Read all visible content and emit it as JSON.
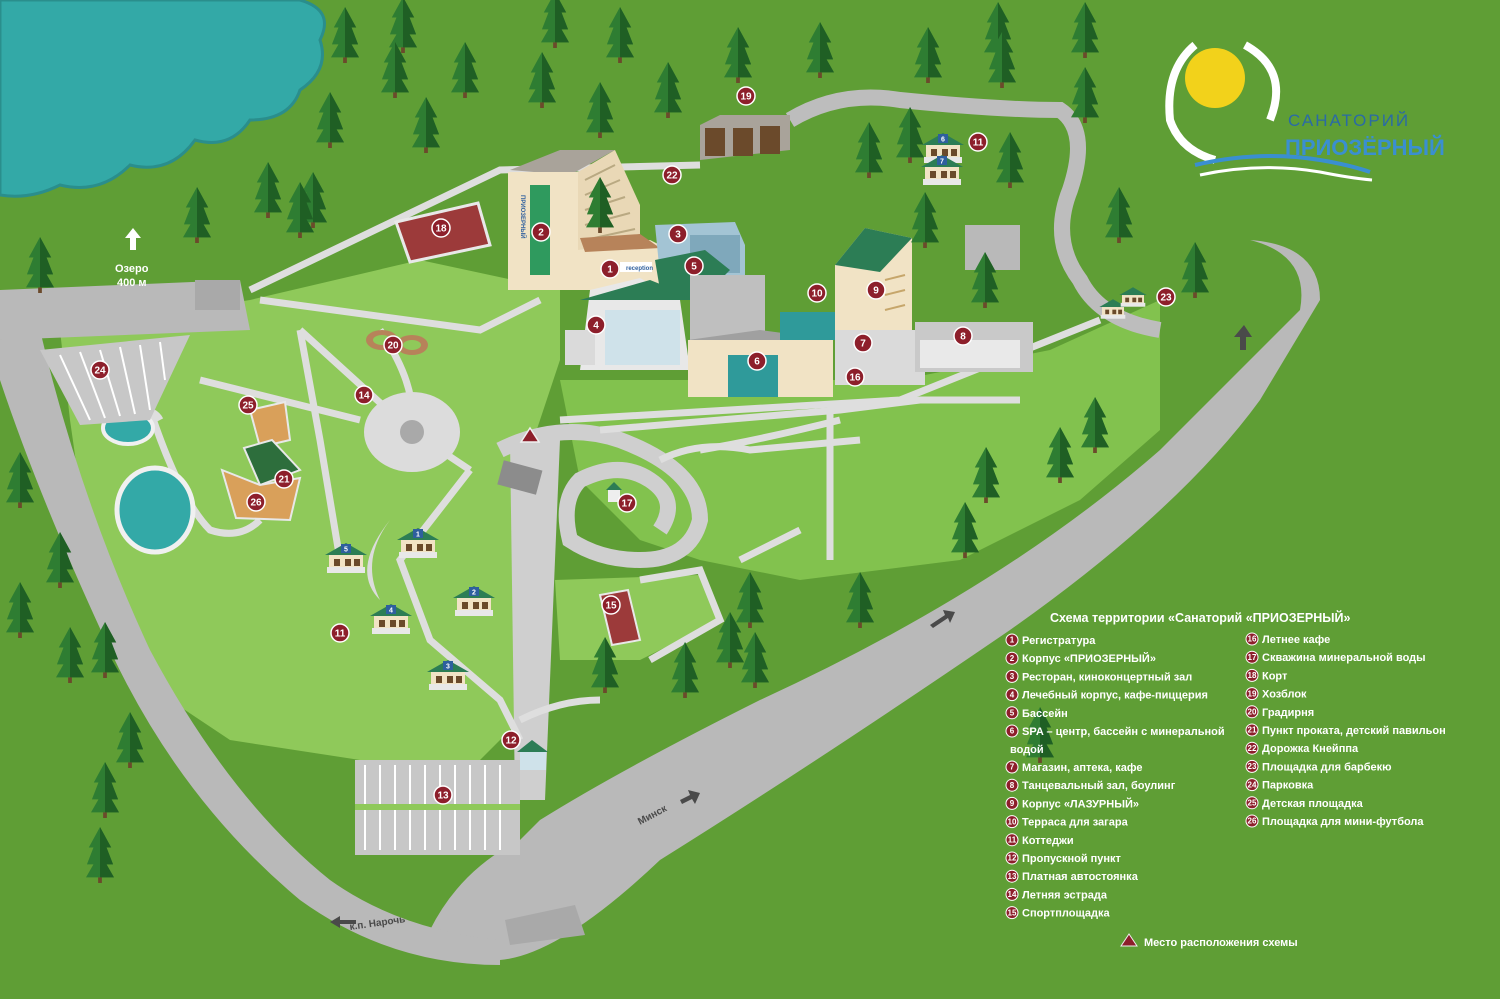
{
  "colors": {
    "grass": "#5f9e35",
    "lawn": "#8fc95a",
    "road": "#b9b9b9",
    "path": "#dcdcdc",
    "lake": "#33a9a7",
    "marker": "#8d1f2b",
    "tree": "#2e7d32",
    "logo_blue": "#3a8fd0",
    "logo_sun": "#f2d21b"
  },
  "logo": {
    "line1": "САНАТОРИЙ",
    "line2": "ПРИОЗЁРНЫЙ"
  },
  "map_labels": {
    "lake_name": "Озеро",
    "lake_distance": "400 м",
    "road_minsk": "Минск",
    "road_naroch": "к.п. Нарочь",
    "building_sign": "ПРИОЗЕРНЫЙ",
    "reception_sign": "reception"
  },
  "map_markers": [
    {
      "num": "1",
      "name": "Регистратура"
    },
    {
      "num": "2",
      "name": "Корпус «ПРИОЗЕРНЫЙ»"
    },
    {
      "num": "3",
      "name": "Ресторан, киноконцертный зал"
    },
    {
      "num": "4",
      "name": "Лечебный корпус, кафе-пиццерия"
    },
    {
      "num": "5",
      "name": "Бассейн"
    },
    {
      "num": "6",
      "name": "SPA – центр, бассейн с минеральной водой"
    },
    {
      "num": "7",
      "name": "Магазин, аптека, кафе"
    },
    {
      "num": "8",
      "name": "Танцевальный зал, боулинг"
    },
    {
      "num": "9",
      "name": "Корпус «ЛАЗУРНЫЙ»"
    },
    {
      "num": "10",
      "name": "Терраса для загара"
    },
    {
      "num": "11",
      "name": "Коттеджи"
    },
    {
      "num": "11",
      "name": "Коттеджи"
    },
    {
      "num": "12",
      "name": "Пропускной пункт"
    },
    {
      "num": "13",
      "name": "Платная автостоянка"
    },
    {
      "num": "14",
      "name": "Летняя эстрада"
    },
    {
      "num": "15",
      "name": "Спортплощадка"
    },
    {
      "num": "16",
      "name": "Летнее кафе"
    },
    {
      "num": "17",
      "name": "Скважина минеральной воды"
    },
    {
      "num": "18",
      "name": "Корт"
    },
    {
      "num": "19",
      "name": "Хозблок"
    },
    {
      "num": "20",
      "name": "Градирня"
    },
    {
      "num": "21",
      "name": "Пункт проката, детский павильон"
    },
    {
      "num": "22",
      "name": "Дорожка Кнейппа"
    },
    {
      "num": "23",
      "name": "Площадка для барбекю"
    },
    {
      "num": "24",
      "name": "Парковка"
    },
    {
      "num": "25",
      "name": "Детская площадка"
    },
    {
      "num": "26",
      "name": "Площадка для мини-футбола"
    }
  ],
  "cottage_numbers": [
    "1",
    "2",
    "3",
    "4",
    "5",
    "6",
    "7"
  ],
  "legend": {
    "title": "Схема территории  «Санаторий «ПРИОЗЕРНЫЙ»",
    "items": [
      {
        "num": "1",
        "text": "Регистратура"
      },
      {
        "num": "2",
        "text": "Корпус «ПРИОЗЕРНЫЙ»"
      },
      {
        "num": "3",
        "text": "Ресторан, киноконцертный зал"
      },
      {
        "num": "4",
        "text": "Лечебный корпус, кафе-пиццерия"
      },
      {
        "num": "5",
        "text": "Бассейн"
      },
      {
        "num": "6",
        "text": "SPA – центр, бассейн с минеральной",
        "text2": "водой"
      },
      {
        "num": "7",
        "text": "Магазин, аптека, кафе"
      },
      {
        "num": "8",
        "text": "Танцевальный зал, боулинг"
      },
      {
        "num": "9",
        "text": "Корпус «ЛАЗУРНЫЙ»"
      },
      {
        "num": "10",
        "text": "Терраса для загара"
      },
      {
        "num": "11",
        "text": "Коттеджи"
      },
      {
        "num": "12",
        "text": "Пропускной пункт"
      },
      {
        "num": "13",
        "text": "Платная автостоянка"
      },
      {
        "num": "14",
        "text": "Летняя эстрада"
      },
      {
        "num": "15",
        "text": "Спортплощадка"
      },
      {
        "num": "16",
        "text": "Летнее кафе"
      },
      {
        "num": "17",
        "text": "Скважина минеральной воды"
      },
      {
        "num": "18",
        "text": "Корт"
      },
      {
        "num": "19",
        "text": "Хозблок"
      },
      {
        "num": "20",
        "text": "Градирня"
      },
      {
        "num": "21",
        "text": "Пункт проката, детский павильон"
      },
      {
        "num": "22",
        "text": "Дорожка Кнейппа"
      },
      {
        "num": "23",
        "text": "Площадка для барбекю"
      },
      {
        "num": "24",
        "text": "Парковка"
      },
      {
        "num": "25",
        "text": "Детская площадка"
      },
      {
        "num": "26",
        "text": "Площадка для мини-футбола"
      }
    ],
    "location_note": "Место расположения схемы"
  },
  "icons": {
    "location": "triangle-marker-icon",
    "arrow": "direction-arrow-icon",
    "tree": "fir-tree-icon",
    "cottage": "cottage-icon"
  }
}
